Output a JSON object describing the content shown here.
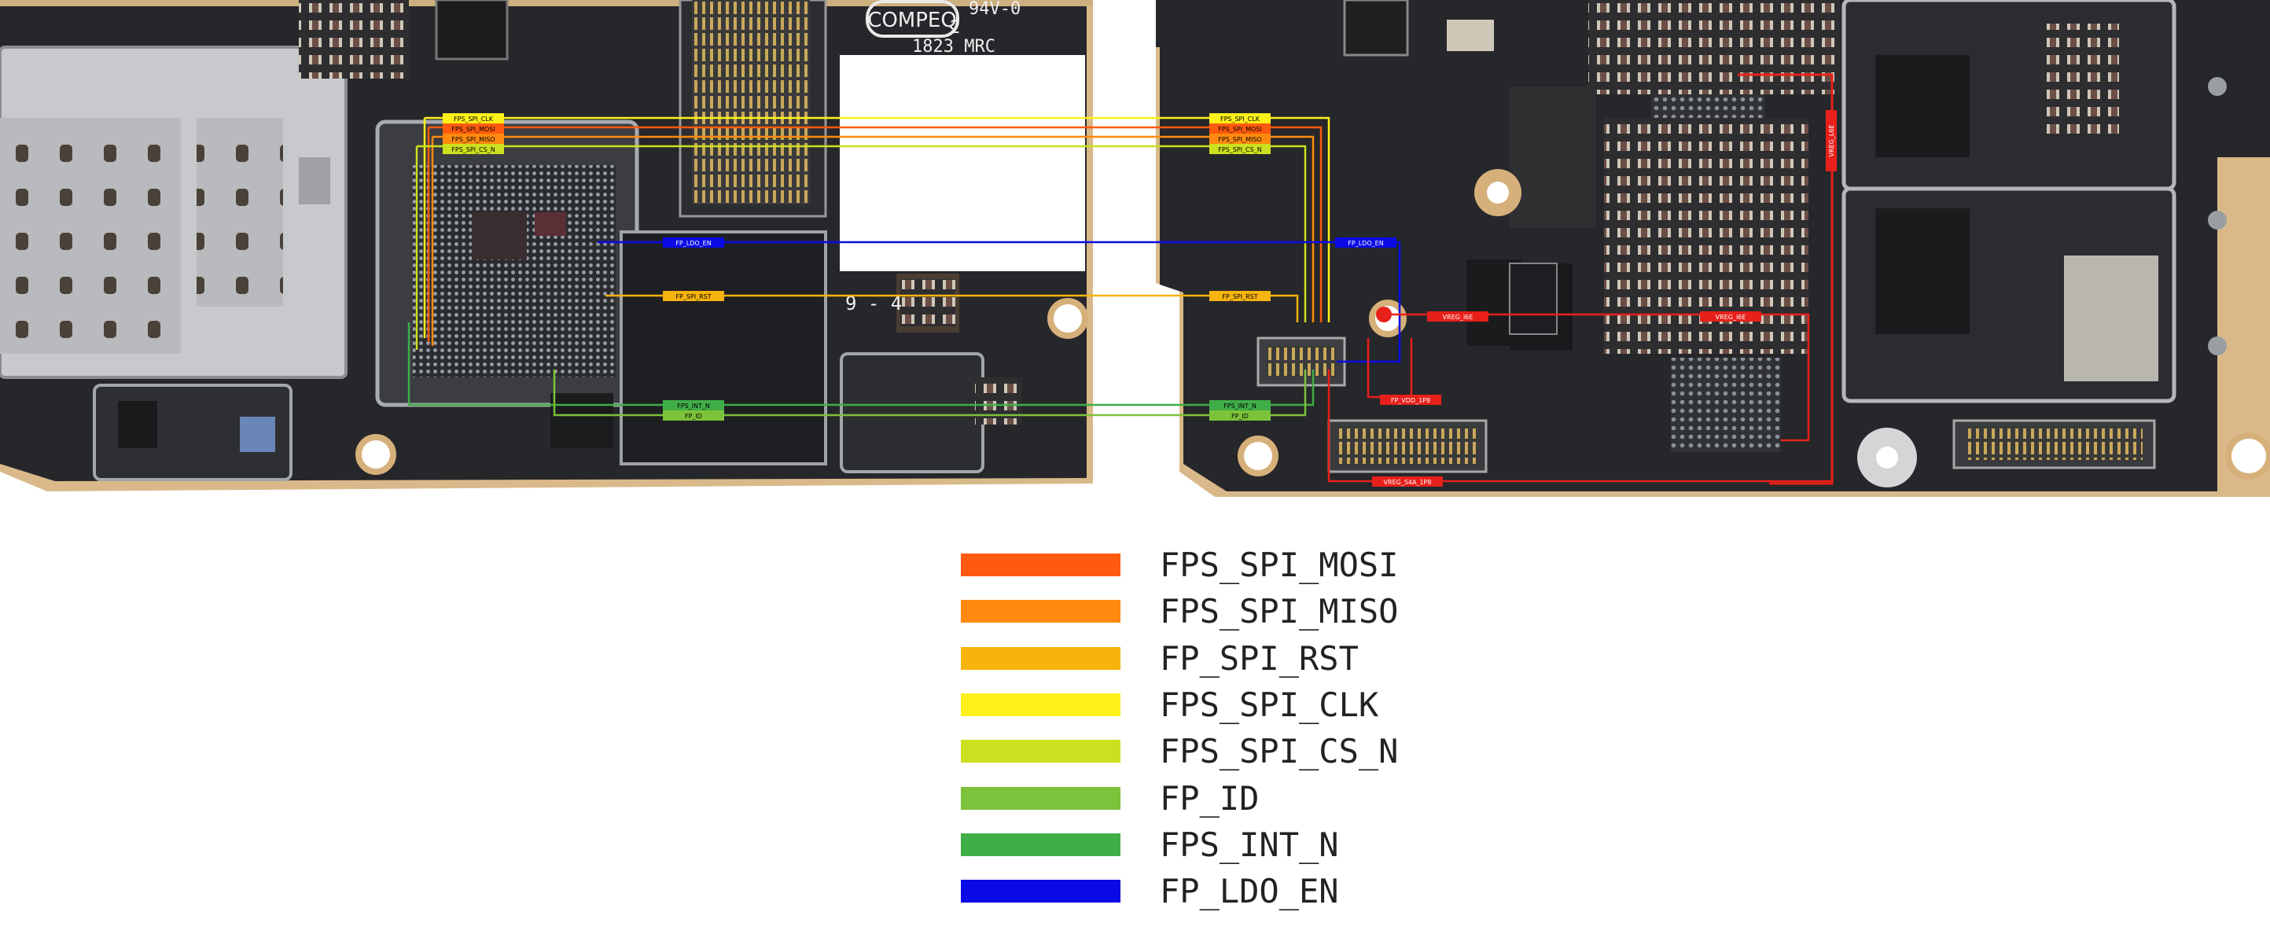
{
  "board": {
    "silkscreen": [
      "COMPEQ",
      "94V-0",
      "2",
      "1823 MRC",
      "9 - 4"
    ],
    "tags": {
      "fps_spi_clk": "FPS_SPI_CLK",
      "fps_spi_mosi": "FPS_SPI_MOSI",
      "fps_spi_miso": "FPS_SPI_MISO",
      "fps_spi_cs_n": "FPS_SPI_CS_N",
      "fp_ldo_en": "FP_LDO_EN",
      "fp_spi_rst": "FP_SPI_RST",
      "fps_int_n": "FPS_INT_N",
      "fp_id": "FP_ID",
      "vreg_l6e": "VREG_l6E",
      "vreg_s4a_1p8": "VREG_S4A_1P8",
      "fp_vdd_1p8": "FP_VDD_1P8",
      "vreg_vert": "VREG_L6E"
    }
  },
  "legend": [
    {
      "label": "FPS_SPI_MOSI",
      "color": "#ff5a0f"
    },
    {
      "label": "FPS_SPI_MISO",
      "color": "#ff8a0f"
    },
    {
      "label": "FP_SPI_RST",
      "color": "#f7b30e"
    },
    {
      "label": "FPS_SPI_CLK",
      "color": "#fff01a"
    },
    {
      "label": "FPS_SPI_CS_N",
      "color": "#cbe01f"
    },
    {
      "label": "FP_ID",
      "color": "#7cc23a"
    },
    {
      "label": "FPS_INT_N",
      "color": "#3fae48"
    },
    {
      "label": "FP_LDO_EN",
      "color": "#0a0ae6"
    }
  ]
}
